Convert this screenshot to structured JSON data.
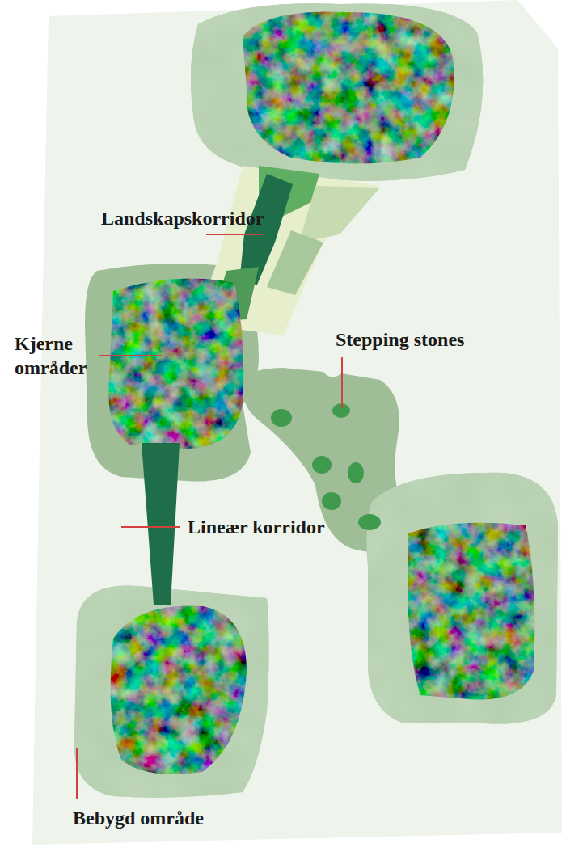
{
  "diagram": {
    "labels": [
      "Landskapskorridor",
      "Kjerne områder",
      "Stepping stones",
      "Lineær korridor",
      "Bebygd område"
    ]
  }
}
